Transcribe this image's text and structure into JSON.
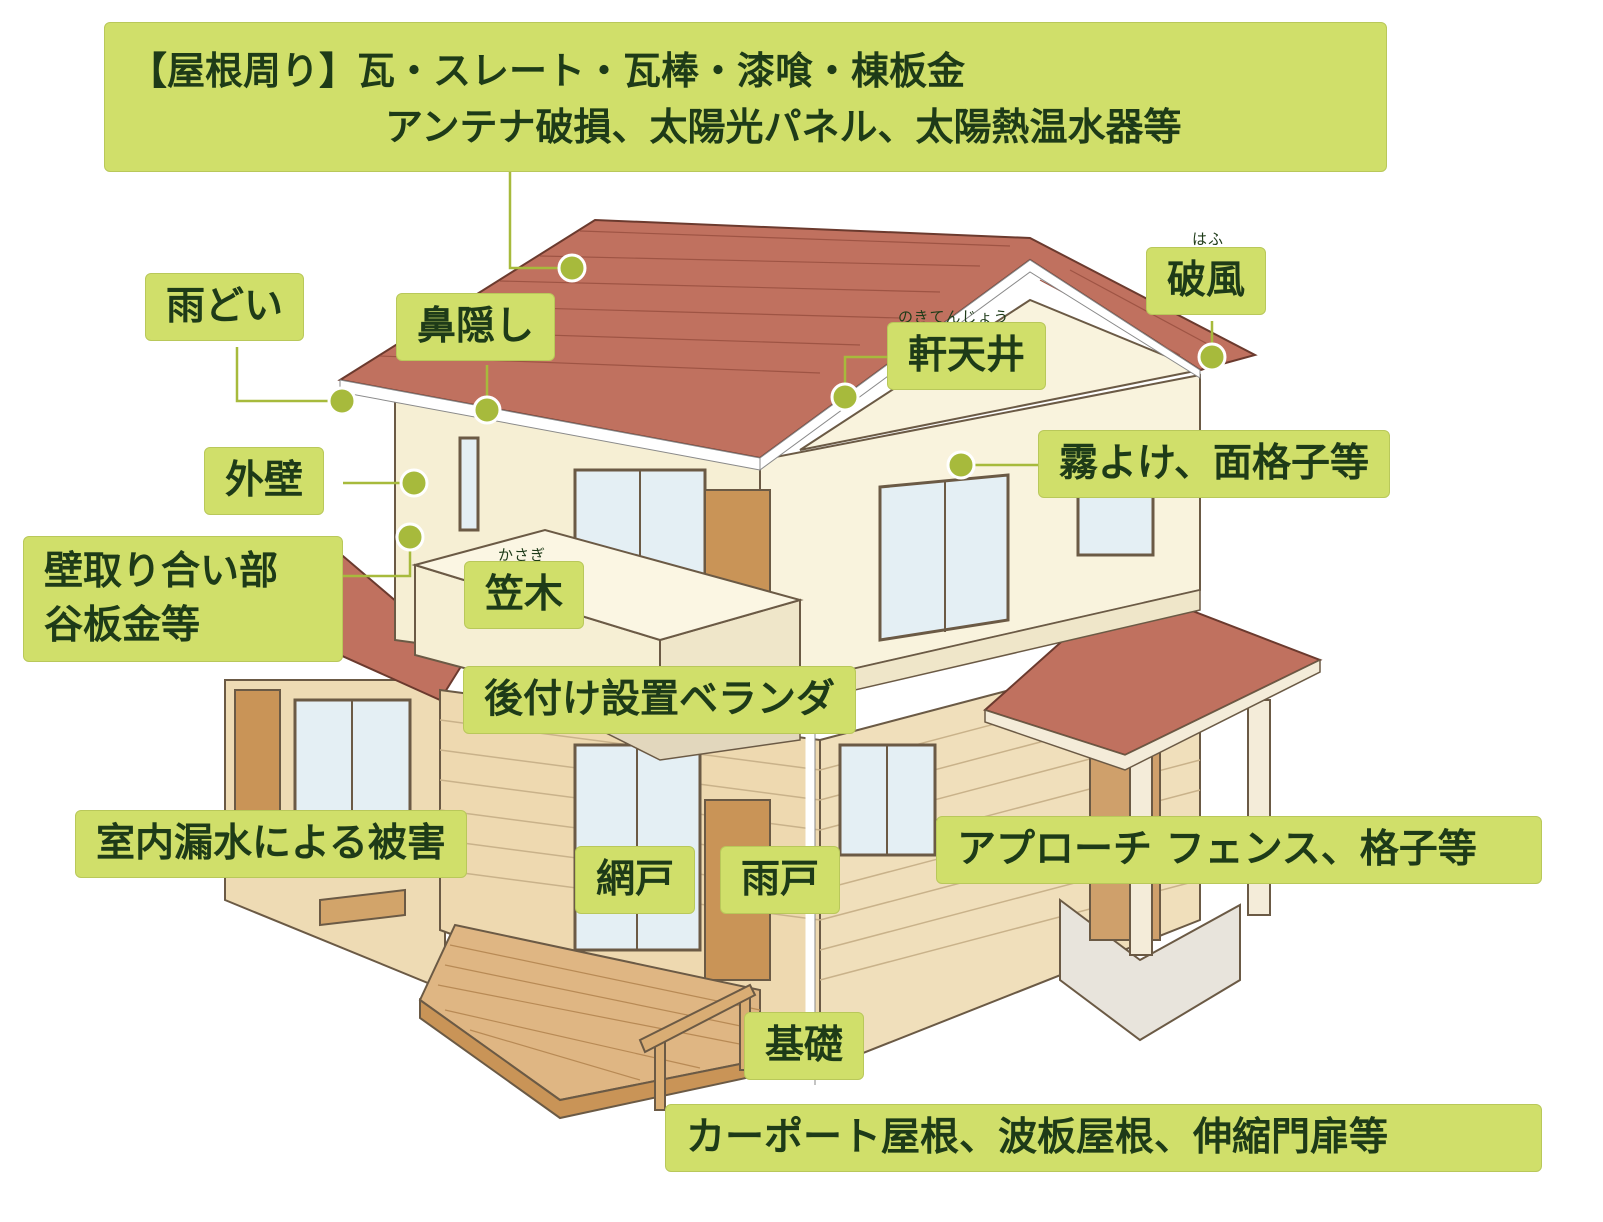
{
  "labels": {
    "roof_title": "【屋根周り】瓦・スレート・瓦棒・漆喰・棟板金",
    "roof_sub": "アンテナ破損、太陽光パネル、太陽熱温水器等",
    "amadoi": "雨どい",
    "hanakakushi": "鼻隠し",
    "hafu": "破風",
    "hafu_ruby": "はふ",
    "nokitenjo": "軒天井",
    "nokitenjo_ruby": "のきてんじょう",
    "gaiheki": "外壁",
    "kiriyoke": "霧よけ、面格子等",
    "kabe_line1": "壁取り合い部",
    "kabe_line2": "谷板金等",
    "kasagi": "笠木",
    "kasagi_ruby": "かさぎ",
    "veranda": "後付け設置ベランダ",
    "shitsunai": "室内漏水による被害",
    "amido": "網戸",
    "amado": "雨戸",
    "approach": "アプローチ フェンス、格子等",
    "kiso": "基礎",
    "carport": "カーポート屋根、波板屋根、伸縮門扉等"
  },
  "colors": {
    "label_bg": "#d0df6a",
    "label_text": "#1e3b18",
    "leader": "#a7ba3c",
    "roof": "#c0715f",
    "wall": "#f6efd4",
    "siding": "#eed9b0",
    "wood": "#c99457"
  }
}
